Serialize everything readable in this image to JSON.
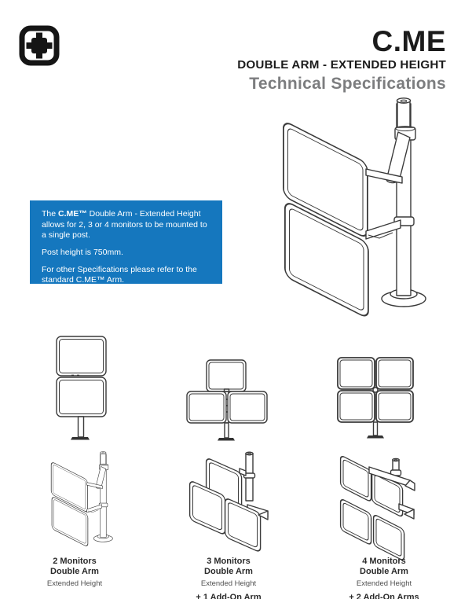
{
  "header": {
    "product": "C.ME",
    "subtitle": "DOUBLE ARM - EXTENDED HEIGHT",
    "doc_type": "Technical Specifications"
  },
  "info_box": {
    "intro_pre": "The ",
    "intro_brand": "C.ME™",
    "intro_post": " Double Arm - Extended Height allows for 2, 3 or 4 monitors to be mounted to a single post.",
    "post_height": "Post height is 750mm.",
    "note": "For other Specifications please refer to the standard C.ME™ Arm."
  },
  "configurations": [
    {
      "monitors": "2 Monitors",
      "arm": "Double Arm",
      "height": "Extended Height",
      "addon": ""
    },
    {
      "monitors": "3 Monitors",
      "arm": "Double Arm",
      "height": "Extended Height",
      "addon": "+ 1 Add-On Arm"
    },
    {
      "monitors": "4 Monitors",
      "arm": "Double Arm",
      "height": "Extended Height",
      "addon": "+ 2 Add-On Arms"
    }
  ],
  "colors": {
    "info_box_background": "#1577be",
    "doc_type_gray": "#7c7d7f",
    "line_art": "#3a3a3a"
  }
}
